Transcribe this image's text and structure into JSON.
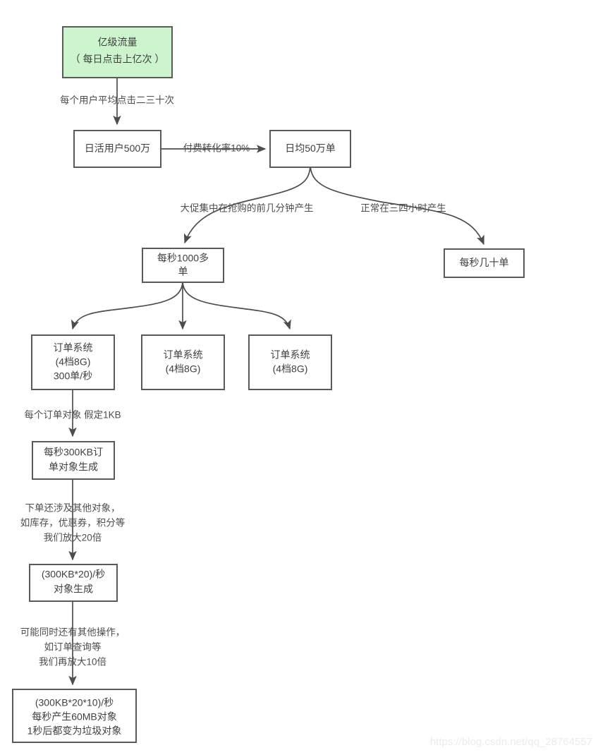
{
  "diagram": {
    "title": "电商订单系统流量与对象生成流程图",
    "colors": {
      "node_fill_default": "#ffffff",
      "node_fill_highlight": "#cdf5cd",
      "node_stroke": "#5a5a5a",
      "edge_stroke": "#4d4d4d",
      "text": "#3f3f3f",
      "watermark": "#ececec",
      "background": "#ffffff"
    },
    "nodes": [
      {
        "id": "traffic",
        "lines": [
          "亿级流量",
          "（ 每日点击上亿次 ）"
        ],
        "fill": "highlight"
      },
      {
        "id": "dau",
        "lines": [
          "日活用户500万"
        ],
        "fill": "default"
      },
      {
        "id": "daily-orders",
        "lines": [
          "日均50万单"
        ],
        "fill": "default"
      },
      {
        "id": "peak-per-second",
        "lines": [
          "每秒1000多",
          "单"
        ],
        "fill": "default"
      },
      {
        "id": "normal-per-second",
        "lines": [
          "每秒几十单"
        ],
        "fill": "default"
      },
      {
        "id": "order-system-1",
        "lines": [
          "订单系统",
          "(4档8G)",
          "300单/秒"
        ],
        "fill": "default"
      },
      {
        "id": "order-system-2",
        "lines": [
          "订单系统",
          "(4档8G)"
        ],
        "fill": "default"
      },
      {
        "id": "order-system-3",
        "lines": [
          "订单系统",
          "(4档8G)"
        ],
        "fill": "default"
      },
      {
        "id": "order-object-300kb",
        "lines": [
          "每秒300KB订",
          "单对象生成"
        ],
        "fill": "default"
      },
      {
        "id": "object-x20",
        "lines": [
          "(300KB*20)/秒",
          "对象生成"
        ],
        "fill": "default"
      },
      {
        "id": "object-x200",
        "lines": [
          "(300KB*20*10)/秒",
          "每秒产生60MB对象",
          "1秒后都变为垃圾对象"
        ],
        "fill": "default"
      }
    ],
    "edges": [
      {
        "id": "traffic-to-dau",
        "from": "traffic",
        "to": "dau",
        "label": "每个用户平均点击二三十次"
      },
      {
        "id": "dau-to-daily-orders",
        "from": "dau",
        "to": "daily-orders",
        "label": "付费转化率10%"
      },
      {
        "id": "daily-orders-to-peak",
        "from": "daily-orders",
        "to": "peak-per-second",
        "label": "大促集中在抢购的前几分钟产生"
      },
      {
        "id": "daily-orders-to-normal",
        "from": "daily-orders",
        "to": "normal-per-second",
        "label": "正常在三四小时产生"
      },
      {
        "id": "peak-to-order-system-1",
        "from": "peak-per-second",
        "to": "order-system-1",
        "label": ""
      },
      {
        "id": "peak-to-order-system-2",
        "from": "peak-per-second",
        "to": "order-system-2",
        "label": ""
      },
      {
        "id": "peak-to-order-system-3",
        "from": "peak-per-second",
        "to": "order-system-3",
        "label": ""
      },
      {
        "id": "order-system-to-object",
        "from": "order-system-1",
        "to": "order-object-300kb",
        "label": "每个订单对象 假定1KB"
      },
      {
        "id": "object-to-x20",
        "from": "order-object-300kb",
        "to": "object-x20",
        "label": [
          "下单还涉及其他对象，",
          "如库存，优惠券，积分等",
          "我们放大20倍"
        ]
      },
      {
        "id": "x20-to-x200",
        "from": "object-x20",
        "to": "object-x200",
        "label": [
          "可能同时还有其他操作，",
          "如订单查询等",
          "我们再放大10倍"
        ]
      }
    ]
  },
  "watermark": {
    "text": "https://blog.csdn.net/qq_28764557"
  }
}
